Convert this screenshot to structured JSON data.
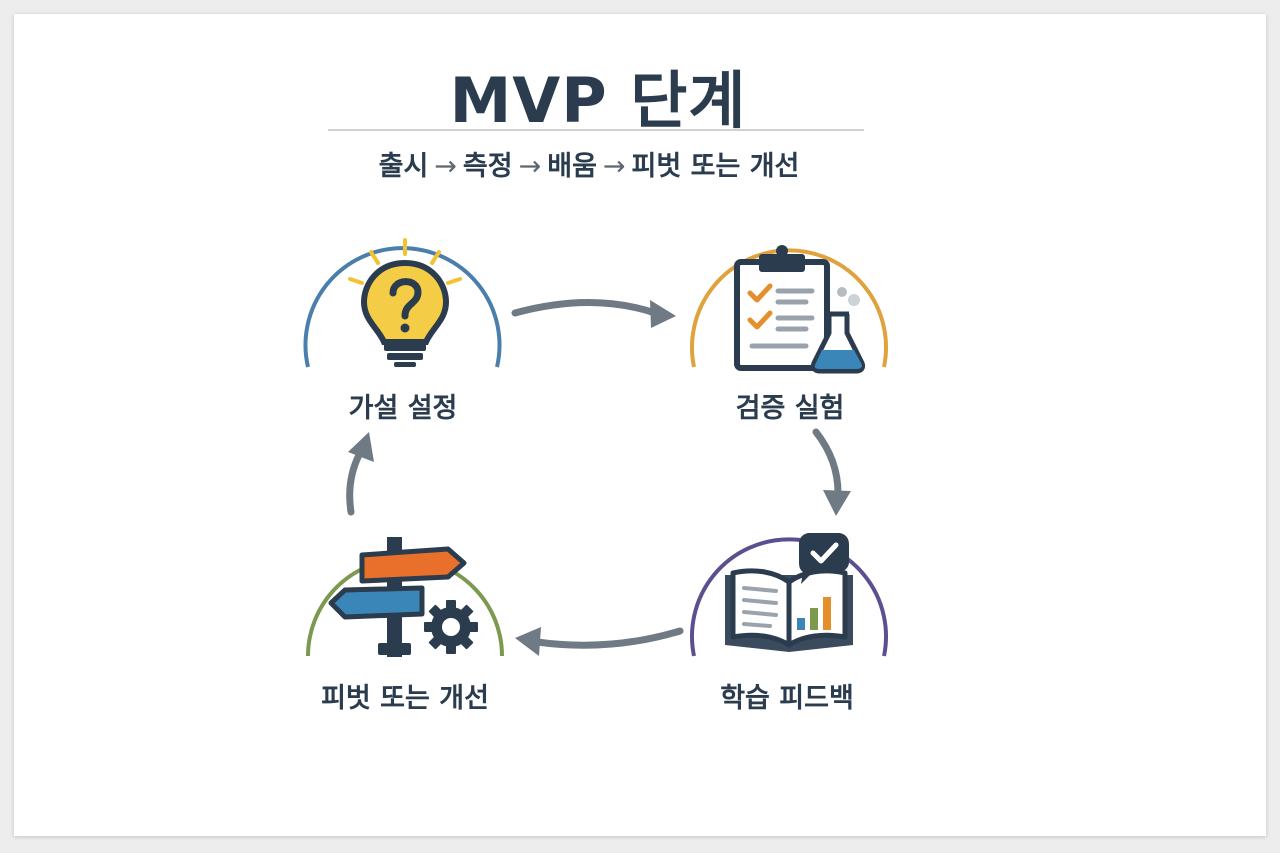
{
  "title": "MVP 단계",
  "subtitle": {
    "steps": [
      "출시",
      "측정",
      "배움",
      "피벗 또는 개선"
    ],
    "arrow": "→"
  },
  "nodes": [
    {
      "id": "hypothesis",
      "label": "가설 설정",
      "icon": "lightbulb-question-icon",
      "color": "#4a7fad"
    },
    {
      "id": "experiment",
      "label": "검증 실험",
      "icon": "clipboard-flask-icon",
      "color": "#e0a23c"
    },
    {
      "id": "learning",
      "label": "학습 피드백",
      "icon": "book-chart-icon",
      "color": "#5d4f8f"
    },
    {
      "id": "pivot",
      "label": "피벗 또는 개선",
      "icon": "signpost-gear-icon",
      "color": "#7c9a4f"
    }
  ]
}
